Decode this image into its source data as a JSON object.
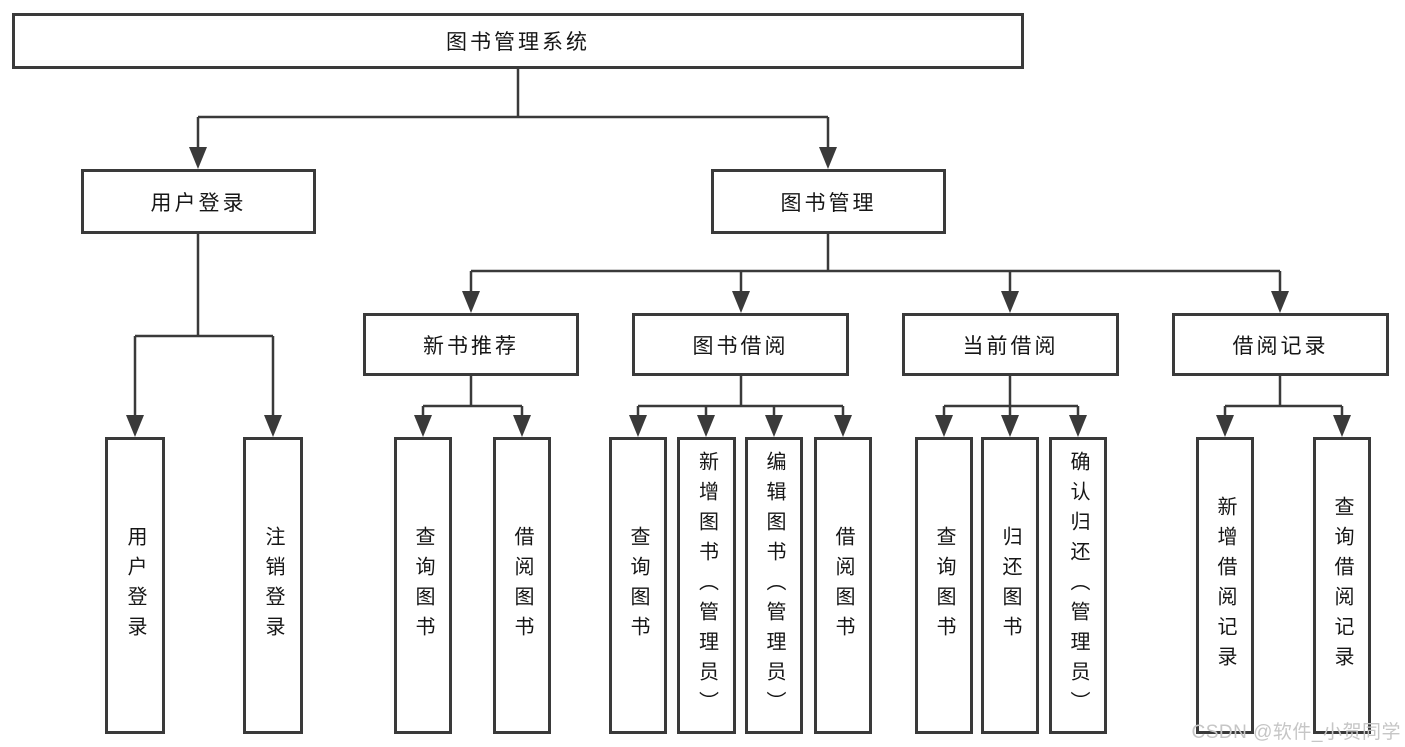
{
  "diagram": {
    "title": "图书管理系统",
    "nodes": {
      "root": {
        "label": "图书管理系统"
      },
      "userLogin": {
        "label": "用户登录"
      },
      "bookManagement": {
        "label": "图书管理"
      },
      "newBookRecommend": {
        "label": "新书推荐"
      },
      "bookBorrowing": {
        "label": "图书借阅"
      },
      "currentBorrowing": {
        "label": "当前借阅"
      },
      "borrowingRecords": {
        "label": "借阅记录"
      },
      "leafUserLogin": {
        "label": "用户登录"
      },
      "leafLogout": {
        "label": "注销登录"
      },
      "leafQueryBooks1": {
        "label": "查询图书"
      },
      "leafBorrowBooks1": {
        "label": "借阅图书"
      },
      "leafQueryBooks2": {
        "label": "查询图书"
      },
      "leafAddBooks": {
        "label": "新增图书（管理员）"
      },
      "leafEditBooks": {
        "label": "编辑图书（管理员）"
      },
      "leafBorrowBooks2": {
        "label": "借阅图书"
      },
      "leafQueryBooks3": {
        "label": "查询图书"
      },
      "leafReturnBooks": {
        "label": "归还图书"
      },
      "leafConfirmReturn": {
        "label": "确认归还（管理员）"
      },
      "leafAddRecord": {
        "label": "新增借阅记录"
      },
      "leafQueryRecord": {
        "label": "查询借阅记录"
      }
    },
    "edges": [
      {
        "from": "root",
        "to": [
          "userLogin",
          "bookManagement"
        ]
      },
      {
        "from": "userLogin",
        "to": [
          "leafUserLogin",
          "leafLogout"
        ]
      },
      {
        "from": "bookManagement",
        "to": [
          "newBookRecommend",
          "bookBorrowing",
          "currentBorrowing",
          "borrowingRecords"
        ]
      },
      {
        "from": "newBookRecommend",
        "to": [
          "leafQueryBooks1",
          "leafBorrowBooks1"
        ]
      },
      {
        "from": "bookBorrowing",
        "to": [
          "leafQueryBooks2",
          "leafAddBooks",
          "leafEditBooks",
          "leafBorrowBooks2"
        ]
      },
      {
        "from": "currentBorrowing",
        "to": [
          "leafQueryBooks3",
          "leafReturnBooks",
          "leafConfirmReturn"
        ]
      },
      {
        "from": "borrowingRecords",
        "to": [
          "leafAddRecord",
          "leafQueryRecord"
        ]
      }
    ]
  },
  "watermark": {
    "text": "CSDN @软件_小贺同学"
  },
  "colors": {
    "line": "#3a3a3a",
    "box_border": "#3a3a3a",
    "text": "#161616",
    "watermark": "#c6c6c6",
    "background": "#ffffff"
  }
}
